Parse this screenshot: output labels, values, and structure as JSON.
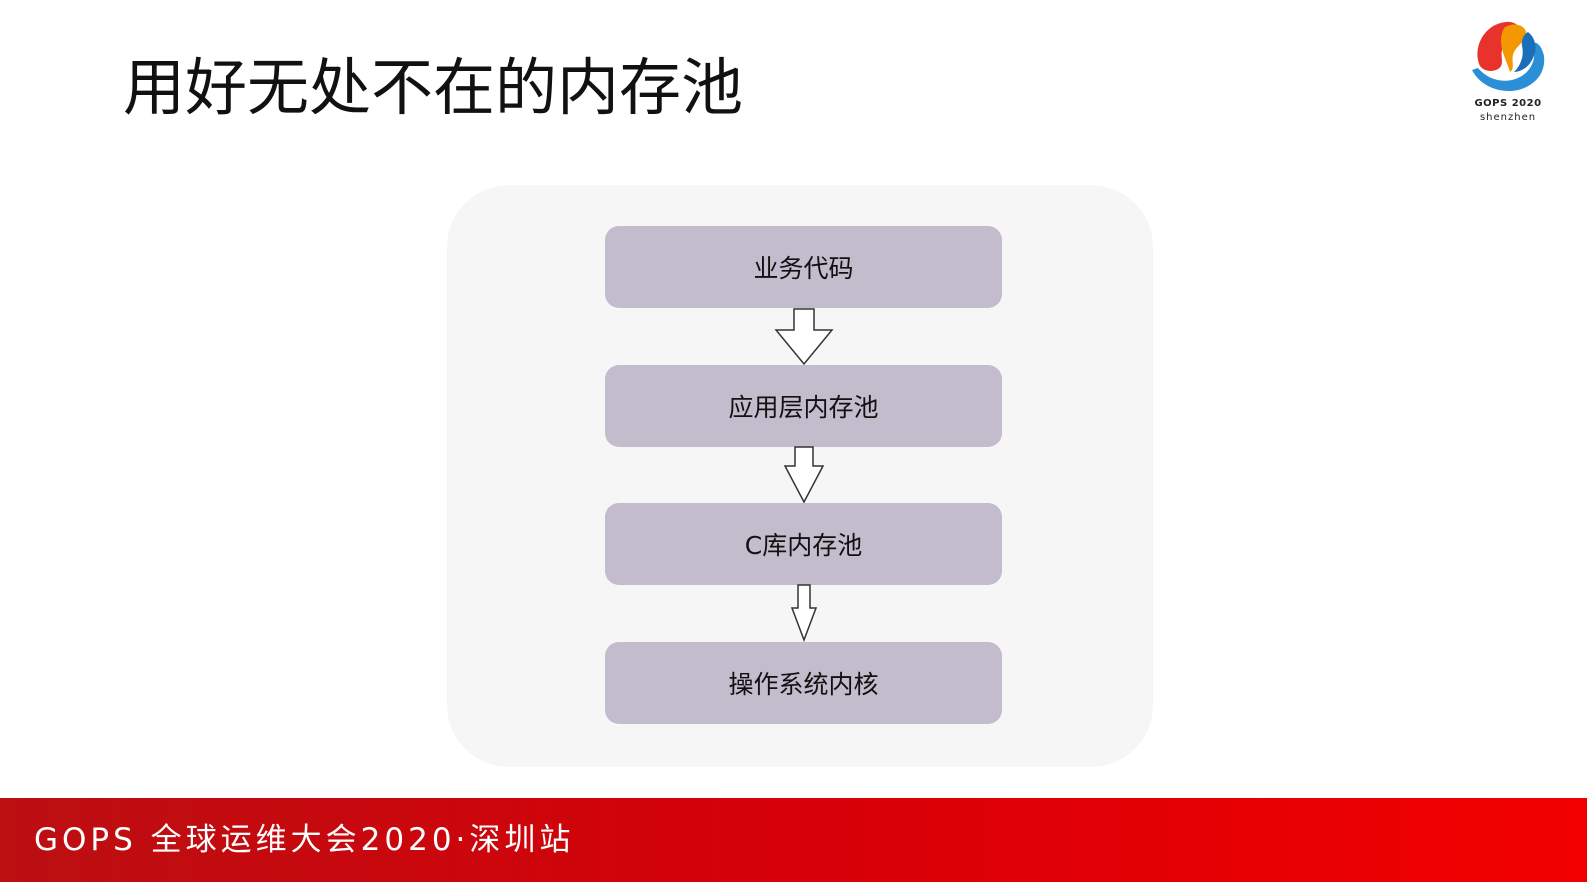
{
  "slide": {
    "title": "用好无处不在的内存池"
  },
  "logo": {
    "line1": "GOPS 2020",
    "line2": "shenzhen",
    "colors": {
      "flame_red": "#e8332c",
      "flame_orange": "#f39800",
      "wave_blue": "#2a8fd6"
    }
  },
  "diagram": {
    "layers": [
      {
        "label": "业务代码"
      },
      {
        "label": "应用层内存池"
      },
      {
        "label": "C库内存池"
      },
      {
        "label": "操作系统内核"
      }
    ],
    "box_color": "#c2bccd",
    "panel_color": "#f6f6f6"
  },
  "footer": {
    "text": "GOPS 全球运维大会2020·深圳站",
    "color": "#d60008"
  }
}
